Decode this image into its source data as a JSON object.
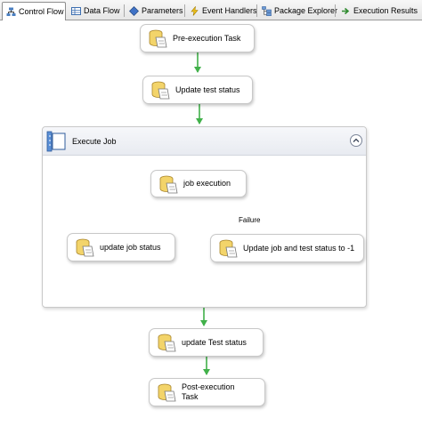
{
  "tabs": [
    {
      "label": "Control Flow",
      "icon": "control-flow-icon",
      "active": true
    },
    {
      "label": "Data Flow",
      "icon": "data-flow-icon"
    },
    {
      "label": "Parameters",
      "icon": "parameters-icon"
    },
    {
      "label": "Event Handlers",
      "icon": "event-handlers-icon"
    },
    {
      "label": "Package Explorer",
      "icon": "package-explorer-icon"
    },
    {
      "label": "Execution Results",
      "icon": "execution-results-icon"
    }
  ],
  "container": {
    "title": "Execute Job",
    "icon": "sequence-container-icon"
  },
  "tasks": {
    "pre_execution": "Pre-execution Task",
    "update_test_status": "Update test status",
    "job_execution": "job execution",
    "update_job_status": "update job status",
    "update_job_and_test": "Update job and test status to -1",
    "update_test_status_2": "update Test status",
    "post_execution_line1": "Post-execution",
    "post_execution_line2": "Task"
  },
  "constraints": {
    "failure_label": "Failure",
    "success_color": "#41b14a",
    "failure_color": "#cc3300"
  },
  "colors": {
    "task_icon_fill": "#f3d46a",
    "task_icon_outline": "#a8842a"
  }
}
